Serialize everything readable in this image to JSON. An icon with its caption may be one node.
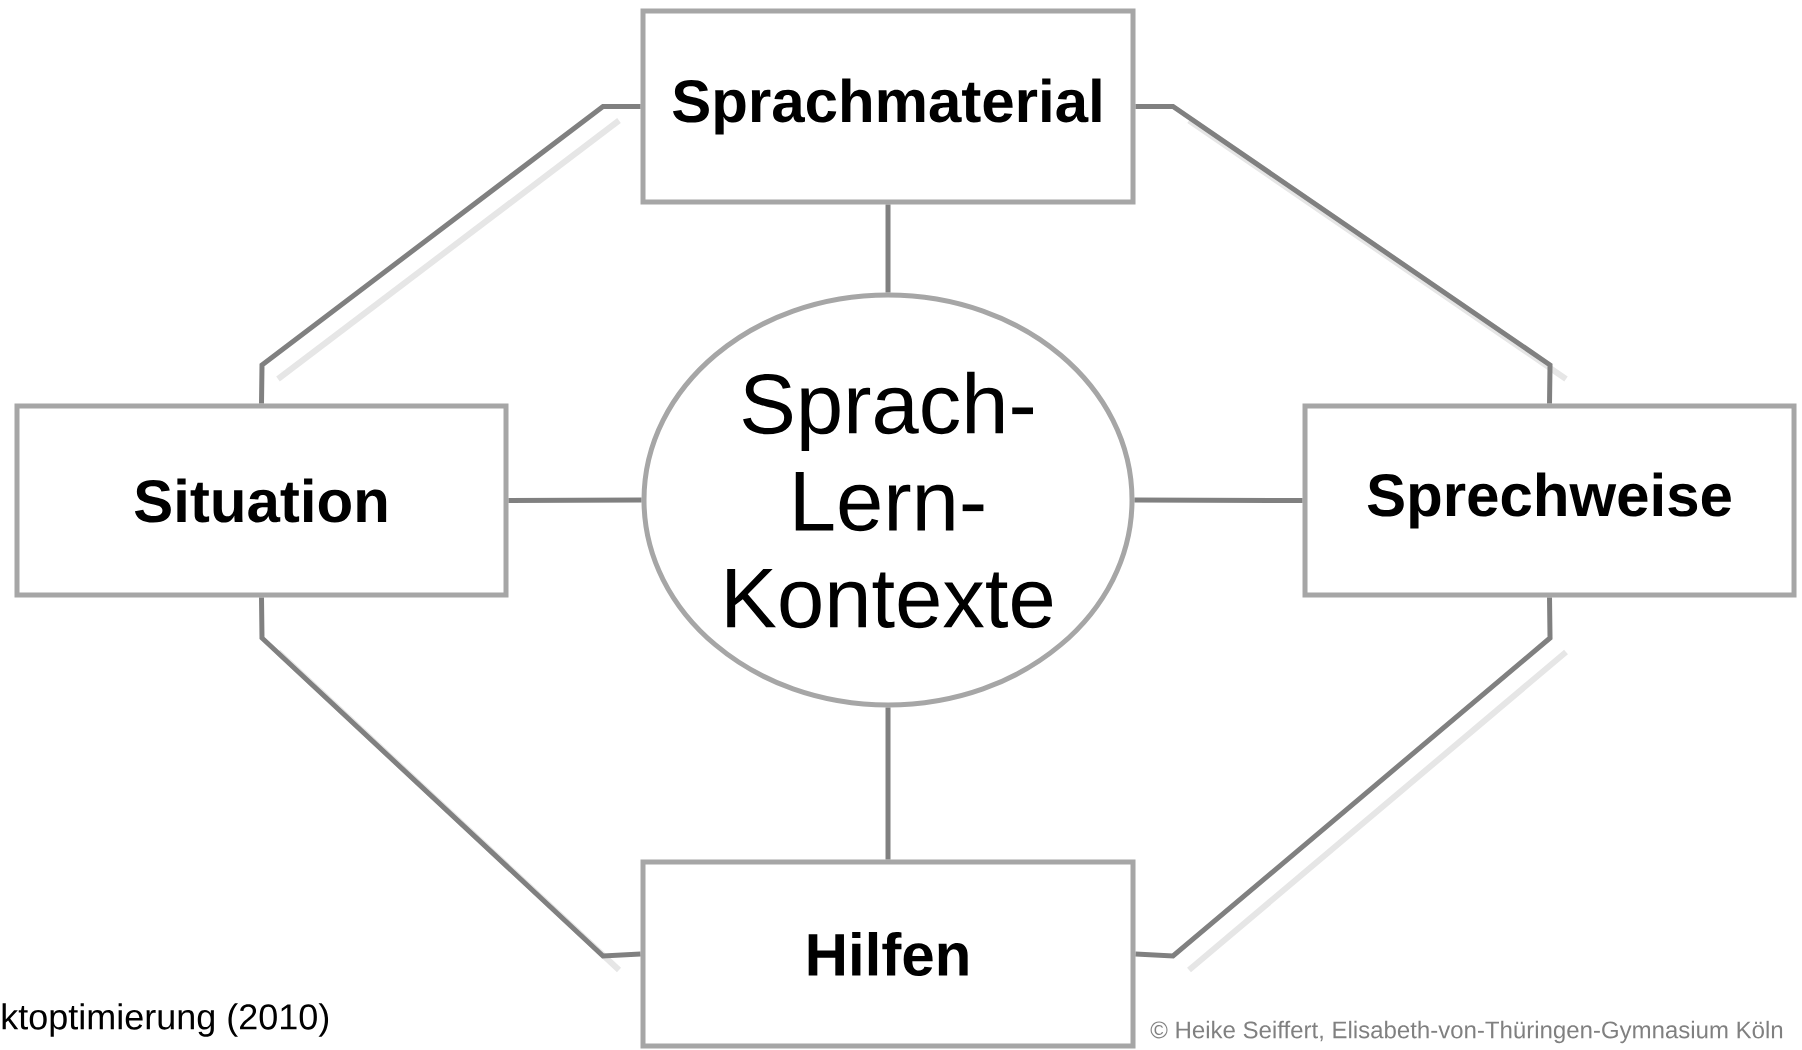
{
  "diagram": {
    "nodes": [
      {
        "text": [
          "Sprachmaterial"
        ]
      },
      {
        "text": [
          "Situation"
        ]
      },
      {
        "text": [
          "Sprach- Lern- Kontexte"
        ]
      },
      {
        "text": [
          "Sprechweise"
        ]
      },
      {
        "text": [
          "Hilfen"
        ]
      }
    ],
    "edges": [
      {
        "from": 0,
        "to": 1,
        "arrow": "none"
      },
      {
        "from": 0,
        "to": 3,
        "arrow": "none"
      },
      {
        "from": 0,
        "to": 2,
        "arrow": "none"
      },
      {
        "from": 1,
        "to": 2,
        "arrow": "none"
      },
      {
        "from": 2,
        "to": 3,
        "arrow": "none"
      },
      {
        "from": 2,
        "to": 4,
        "arrow": "none"
      },
      {
        "from": 1,
        "to": 4,
        "arrow": "none"
      },
      {
        "from": 3,
        "to": 4,
        "arrow": "none"
      }
    ],
    "labels": [
      "ktoptimierung (2010)",
      "© Heike Seiffert, Elisabeth-von-Thüringen-Gymnasium Köln"
    ]
  }
}
